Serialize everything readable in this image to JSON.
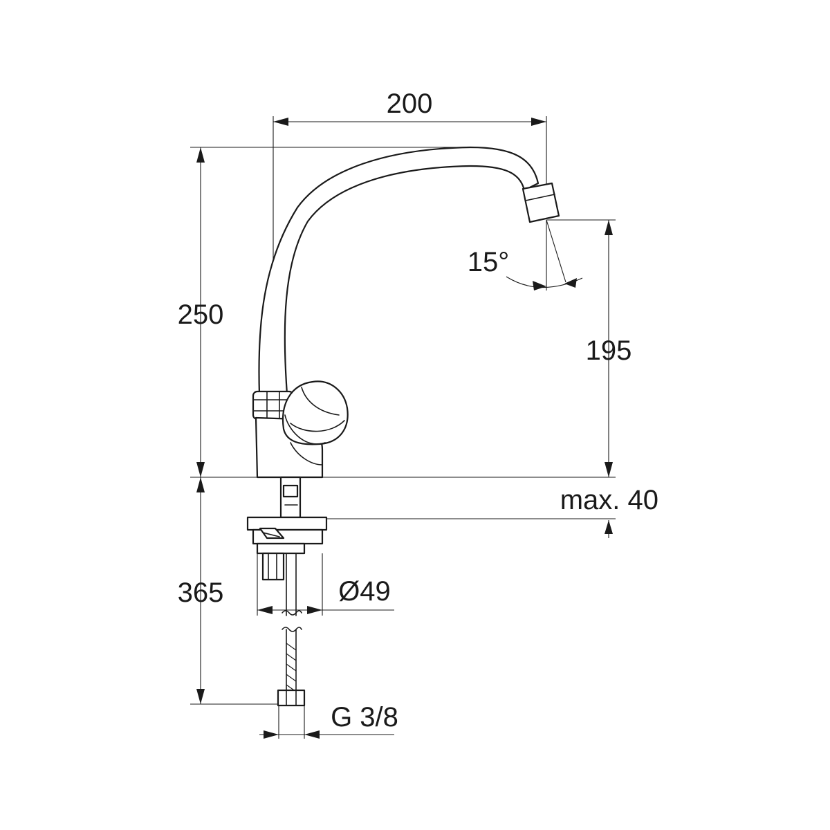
{
  "dimensions": {
    "width": "200",
    "height_above_counter": "250",
    "spout_height": "195",
    "spray_angle": "15°",
    "max_counter_thickness": "max. 40",
    "hole_diameter": "Ø49",
    "hose_length": "365",
    "connection_thread": "G 3/8"
  }
}
